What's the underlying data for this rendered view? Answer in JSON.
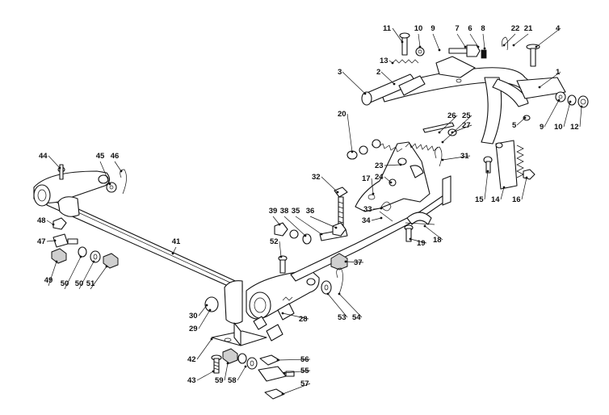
{
  "diagram": {
    "callouts": [
      {
        "id": "c1",
        "text": "1"
      },
      {
        "id": "c2",
        "text": "2"
      },
      {
        "id": "c3",
        "text": "3"
      },
      {
        "id": "c4",
        "text": "4"
      },
      {
        "id": "c5",
        "text": "5"
      },
      {
        "id": "c6",
        "text": "6"
      },
      {
        "id": "c7",
        "text": "7"
      },
      {
        "id": "c8",
        "text": "8"
      },
      {
        "id": "c9a",
        "text": "9"
      },
      {
        "id": "c9b",
        "text": "9"
      },
      {
        "id": "c10a",
        "text": "10"
      },
      {
        "id": "c10b",
        "text": "10"
      },
      {
        "id": "c11",
        "text": "11"
      },
      {
        "id": "c12",
        "text": "12"
      },
      {
        "id": "c13",
        "text": "13"
      },
      {
        "id": "c14",
        "text": "14"
      },
      {
        "id": "c15",
        "text": "15"
      },
      {
        "id": "c16",
        "text": "16"
      },
      {
        "id": "c17",
        "text": "17"
      },
      {
        "id": "c18",
        "text": "18"
      },
      {
        "id": "c19",
        "text": "19"
      },
      {
        "id": "c20",
        "text": "20"
      },
      {
        "id": "c21",
        "text": "21"
      },
      {
        "id": "c22",
        "text": "22"
      },
      {
        "id": "c23",
        "text": "23"
      },
      {
        "id": "c24",
        "text": "24"
      },
      {
        "id": "c25",
        "text": "25"
      },
      {
        "id": "c26",
        "text": "26"
      },
      {
        "id": "c27",
        "text": "27"
      },
      {
        "id": "c28",
        "text": "28"
      },
      {
        "id": "c29",
        "text": "29"
      },
      {
        "id": "c30",
        "text": "30"
      },
      {
        "id": "c31",
        "text": "31"
      },
      {
        "id": "c32",
        "text": "32"
      },
      {
        "id": "c33",
        "text": "33"
      },
      {
        "id": "c34",
        "text": "34"
      },
      {
        "id": "c35",
        "text": "35"
      },
      {
        "id": "c36",
        "text": "36"
      },
      {
        "id": "c37",
        "text": "37"
      },
      {
        "id": "c38",
        "text": "38"
      },
      {
        "id": "c39",
        "text": "39"
      },
      {
        "id": "c41",
        "text": "41"
      },
      {
        "id": "c42",
        "text": "42"
      },
      {
        "id": "c43",
        "text": "43"
      },
      {
        "id": "c44",
        "text": "44"
      },
      {
        "id": "c45",
        "text": "45"
      },
      {
        "id": "c46",
        "text": "46"
      },
      {
        "id": "c47",
        "text": "47"
      },
      {
        "id": "c48",
        "text": "48"
      },
      {
        "id": "c49",
        "text": "49"
      },
      {
        "id": "c50a",
        "text": "50"
      },
      {
        "id": "c50b",
        "text": "50"
      },
      {
        "id": "c51",
        "text": "51"
      },
      {
        "id": "c52",
        "text": "52"
      },
      {
        "id": "c53",
        "text": "53"
      },
      {
        "id": "c54",
        "text": "54"
      },
      {
        "id": "c55",
        "text": "55"
      },
      {
        "id": "c56",
        "text": "56"
      },
      {
        "id": "c57",
        "text": "57"
      },
      {
        "id": "c58",
        "text": "58"
      },
      {
        "id": "c59",
        "text": "59"
      }
    ]
  }
}
